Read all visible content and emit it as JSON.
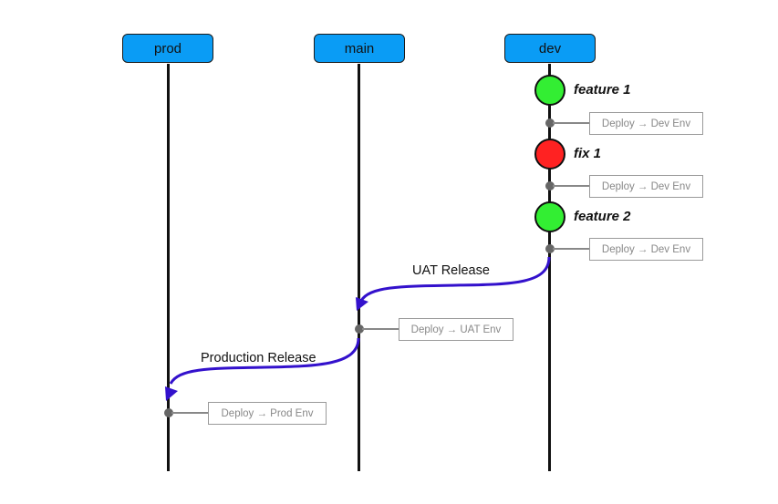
{
  "branches": {
    "prod": {
      "label": "prod"
    },
    "main": {
      "label": "main"
    },
    "dev": {
      "label": "dev"
    }
  },
  "colors": {
    "branch_fill": "#0a9cf5",
    "commit_ok": "#33ee33",
    "commit_fix": "#ff2222",
    "release_arrow": "#3311cc"
  },
  "commits": [
    {
      "label": "feature 1",
      "status": "ok"
    },
    {
      "label": "fix 1",
      "status": "fix"
    },
    {
      "label": "feature 2",
      "status": "ok"
    }
  ],
  "deploys": {
    "dev_1": "Deploy → Dev Env",
    "dev_2": "Deploy → Dev Env",
    "dev_3": "Deploy → Dev Env",
    "uat": "Deploy → UAT Env",
    "prod": "Deploy → Prod Env"
  },
  "releases": {
    "uat": "UAT Release",
    "production": "Production Release"
  }
}
